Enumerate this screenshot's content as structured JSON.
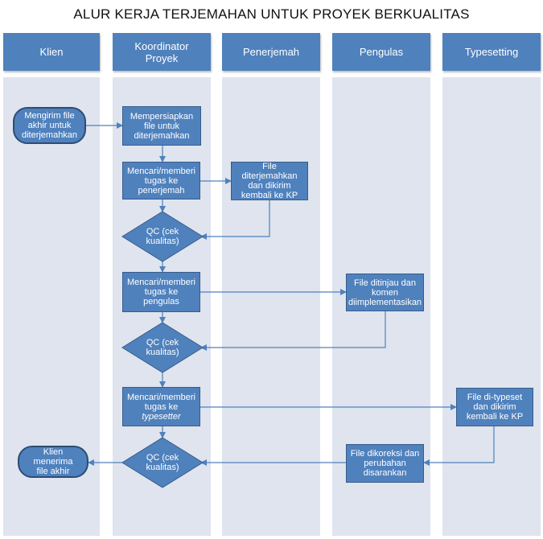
{
  "title": "ALUR KERJA TERJEMAHAN UNTUK PROYEK BERKUALITAS",
  "lanes": [
    {
      "label": "Klien"
    },
    {
      "label": "Koordinator Proyek"
    },
    {
      "label": "Penerjemah"
    },
    {
      "label": "Pengulas"
    },
    {
      "label": "Typesetting"
    }
  ],
  "nodes": {
    "client_send": "Mengirim file akhir untuk diterjemahkan",
    "prepare": "Mempersiapkan file untuk diterjemahkan",
    "assign_translator": "Mencari/memberi tugas ke penerjemah",
    "translated": "File diterjemahkan dan dikirim kembali ke KP",
    "qc1": "QC (cek kualitas)",
    "assign_reviewer": "Mencari/memberi tugas ke pengulas",
    "reviewed": "File ditinjau dan komen diimplementasikan",
    "qc2": "QC (cek kualitas)",
    "assign_typesetter_prefix": "Mencari/memberi tugas ke",
    "assign_typesetter_em": "typesetter",
    "typeset": "File di-typeset dan dikirim kembali ke KP",
    "qc3": "QC (cek kualitas)",
    "corrected": "File dikoreksi dan perubahan disarankan",
    "client_receive": "Klien menerima file akhir"
  },
  "colors": {
    "lane_bg": "#dfe4ee",
    "node_fill": "#4f81bd",
    "node_border": "#385d8a",
    "connector": "#4f81bd"
  }
}
